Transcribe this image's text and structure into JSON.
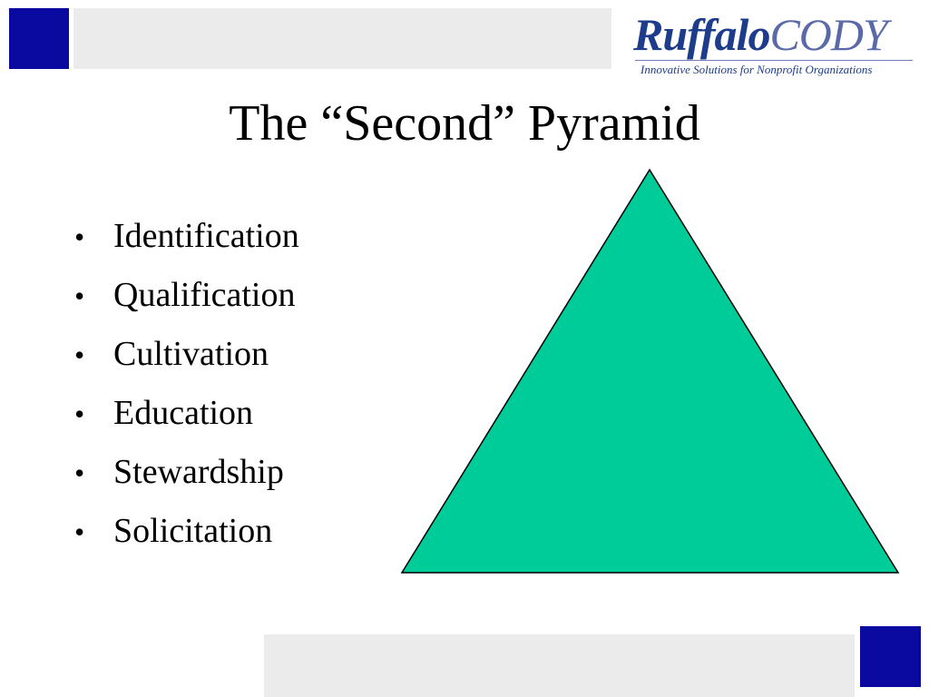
{
  "logo": {
    "part_a": "Ruffalo",
    "part_b": "CODY",
    "tagline": "Innovative Solutions for Nonprofit Organizations"
  },
  "slide": {
    "title": "The “Second” Pyramid",
    "bullet_glyph": "•",
    "bullets": [
      "Identification",
      "Qualification",
      "Cultivation",
      "Education",
      "Stewardship",
      "Solicitation"
    ]
  },
  "colors": {
    "accent_blue": "#0a0aa0",
    "bar_gray": "#ebebeb",
    "pyramid_fill": "#00cc99",
    "logo_blue": "#1e3c8c"
  }
}
